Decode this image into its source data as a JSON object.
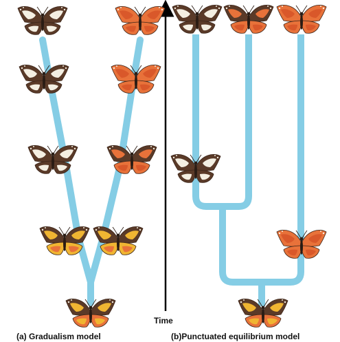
{
  "axis": {
    "label": "Time"
  },
  "panels": [
    {
      "id": "a",
      "letter": "(a)",
      "title": "Gradualism model"
    },
    {
      "id": "b",
      "letter": "(b)",
      "title": "Punctuated equilibrium model"
    }
  ],
  "colors": {
    "branch": "#85cde5",
    "arrow": "#000000",
    "wing_dark": "#5a3a28",
    "wing_white": "#f4efe2",
    "wing_yellow": "#f0b532",
    "wing_orange": "#e8723a",
    "wing_red": "#d9582a",
    "body": "#2a1c14"
  },
  "butterflies": [
    {
      "panel": "a",
      "form": "dark-white"
    },
    {
      "panel": "a",
      "form": "orange"
    },
    {
      "panel": "a",
      "form": "dark-white"
    },
    {
      "panel": "a",
      "form": "orange"
    },
    {
      "panel": "a",
      "form": "dark-white"
    },
    {
      "panel": "a",
      "form": "orange-dark"
    },
    {
      "panel": "a",
      "form": "yellow-dark"
    },
    {
      "panel": "a",
      "form": "yellow-dark"
    },
    {
      "panel": "a",
      "form": "ancestor"
    },
    {
      "panel": "b",
      "form": "dark-white"
    },
    {
      "panel": "b",
      "form": "orange-dark"
    },
    {
      "panel": "b",
      "form": "orange"
    },
    {
      "panel": "b",
      "form": "dark-white"
    },
    {
      "panel": "b",
      "form": "orange"
    },
    {
      "panel": "b",
      "form": "ancestor"
    }
  ]
}
